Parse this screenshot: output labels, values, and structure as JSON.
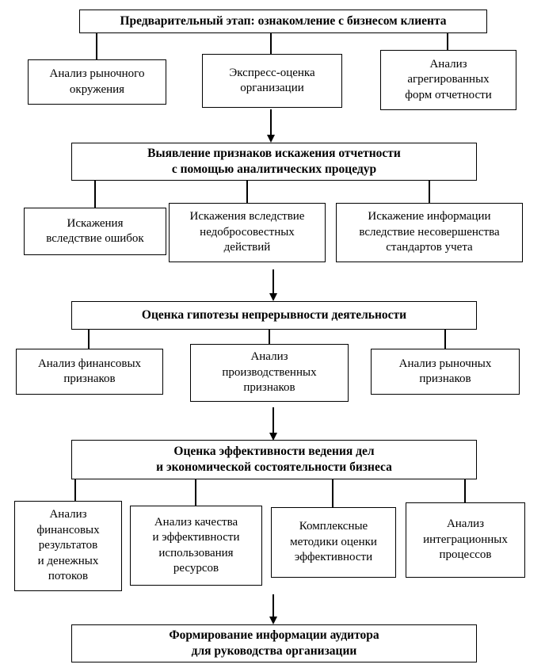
{
  "stages": [
    {
      "header": "Предварительный этап: ознакомление с бизнесом клиента",
      "children": [
        "Анализ рыночного\nокружения",
        "Экспресс-оценка\nорганизации",
        "Анализ\nагрегированных\nформ отчетности"
      ]
    },
    {
      "header": "Выявление признаков искажения отчетности\nс помощью аналитических процедур",
      "children": [
        "Искажения\nвследствие ошибок",
        "Искажения вследствие\nнедобросовестных\nдействий",
        "Искажение информации\nвследствие несовершенства\nстандартов учета"
      ]
    },
    {
      "header": "Оценка гипотезы непрерывности деятельности",
      "children": [
        "Анализ финансовых\nпризнаков",
        "Анализ\nпроизводственных\nпризнаков",
        "Анализ рыночных\nпризнаков"
      ]
    },
    {
      "header": "Оценка эффективности ведения дел\nи экономической состоятельности бизнеса",
      "children": [
        "Анализ\nфинансовых\nрезультатов\nи денежных\nпотоков",
        "Анализ качества\nи эффективности\nиспользования\nресурсов",
        "Комплексные\nметодики оценки\nэффективности",
        "Анализ\nинтеграционных\nпроцессов"
      ]
    },
    {
      "header": "Формирование информации аудитора\nдля руководства организации",
      "children": []
    }
  ]
}
